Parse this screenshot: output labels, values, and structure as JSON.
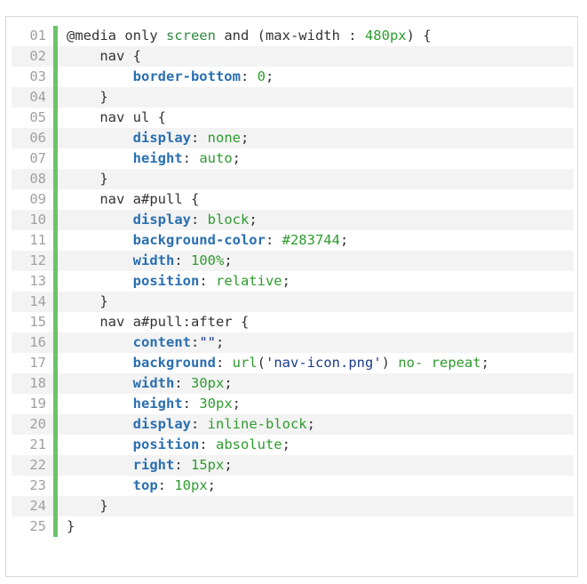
{
  "code_lines": [
    {
      "num": "01",
      "tokens": [
        {
          "t": "@media only ",
          "c": "plain"
        },
        {
          "t": "screen",
          "c": "kw"
        },
        {
          "t": " and (max-width : ",
          "c": "plain"
        },
        {
          "t": "480px",
          "c": "val"
        },
        {
          "t": ") {",
          "c": "plain"
        }
      ]
    },
    {
      "num": "02",
      "tokens": [
        {
          "t": "    nav {",
          "c": "plain"
        }
      ]
    },
    {
      "num": "03",
      "tokens": [
        {
          "t": "        ",
          "c": "plain"
        },
        {
          "t": "border-bottom",
          "c": "prop"
        },
        {
          "t": ": ",
          "c": "plain"
        },
        {
          "t": "0",
          "c": "val"
        },
        {
          "t": ";",
          "c": "plain"
        }
      ]
    },
    {
      "num": "04",
      "tokens": [
        {
          "t": "    }",
          "c": "plain"
        }
      ]
    },
    {
      "num": "05",
      "tokens": [
        {
          "t": "    nav ul {",
          "c": "plain"
        }
      ]
    },
    {
      "num": "06",
      "tokens": [
        {
          "t": "        ",
          "c": "plain"
        },
        {
          "t": "display",
          "c": "prop"
        },
        {
          "t": ": ",
          "c": "plain"
        },
        {
          "t": "none",
          "c": "val"
        },
        {
          "t": ";",
          "c": "plain"
        }
      ]
    },
    {
      "num": "07",
      "tokens": [
        {
          "t": "        ",
          "c": "plain"
        },
        {
          "t": "height",
          "c": "prop"
        },
        {
          "t": ": ",
          "c": "plain"
        },
        {
          "t": "auto",
          "c": "val"
        },
        {
          "t": ";",
          "c": "plain"
        }
      ]
    },
    {
      "num": "08",
      "tokens": [
        {
          "t": "    }",
          "c": "plain"
        }
      ]
    },
    {
      "num": "09",
      "tokens": [
        {
          "t": "    nav a#pull {",
          "c": "plain"
        }
      ]
    },
    {
      "num": "10",
      "tokens": [
        {
          "t": "        ",
          "c": "plain"
        },
        {
          "t": "display",
          "c": "prop"
        },
        {
          "t": ": ",
          "c": "plain"
        },
        {
          "t": "block",
          "c": "val"
        },
        {
          "t": ";",
          "c": "plain"
        }
      ]
    },
    {
      "num": "11",
      "tokens": [
        {
          "t": "        ",
          "c": "plain"
        },
        {
          "t": "background-color",
          "c": "prop"
        },
        {
          "t": ": ",
          "c": "plain"
        },
        {
          "t": "#283744",
          "c": "val"
        },
        {
          "t": ";",
          "c": "plain"
        }
      ]
    },
    {
      "num": "12",
      "tokens": [
        {
          "t": "        ",
          "c": "plain"
        },
        {
          "t": "width",
          "c": "prop"
        },
        {
          "t": ": ",
          "c": "plain"
        },
        {
          "t": "100%",
          "c": "val"
        },
        {
          "t": ";",
          "c": "plain"
        }
      ]
    },
    {
      "num": "13",
      "tokens": [
        {
          "t": "        ",
          "c": "plain"
        },
        {
          "t": "position",
          "c": "prop"
        },
        {
          "t": ": ",
          "c": "plain"
        },
        {
          "t": "relative",
          "c": "val"
        },
        {
          "t": ";",
          "c": "plain"
        }
      ]
    },
    {
      "num": "14",
      "tokens": [
        {
          "t": "    }",
          "c": "plain"
        }
      ]
    },
    {
      "num": "15",
      "tokens": [
        {
          "t": "    nav a#pull:after {",
          "c": "plain"
        }
      ]
    },
    {
      "num": "16",
      "tokens": [
        {
          "t": "        ",
          "c": "plain"
        },
        {
          "t": "content",
          "c": "prop"
        },
        {
          "t": ":",
          "c": "plain"
        },
        {
          "t": "\"\"",
          "c": "str"
        },
        {
          "t": ";",
          "c": "plain"
        }
      ]
    },
    {
      "num": "17",
      "tokens": [
        {
          "t": "        ",
          "c": "plain"
        },
        {
          "t": "background",
          "c": "prop"
        },
        {
          "t": ": ",
          "c": "plain"
        },
        {
          "t": "url",
          "c": "val"
        },
        {
          "t": "(",
          "c": "plain"
        },
        {
          "t": "'nav-icon.png'",
          "c": "str"
        },
        {
          "t": ") ",
          "c": "plain"
        },
        {
          "t": "no- repeat",
          "c": "val"
        },
        {
          "t": ";",
          "c": "plain"
        }
      ]
    },
    {
      "num": "18",
      "tokens": [
        {
          "t": "        ",
          "c": "plain"
        },
        {
          "t": "width",
          "c": "prop"
        },
        {
          "t": ": ",
          "c": "plain"
        },
        {
          "t": "30px",
          "c": "val"
        },
        {
          "t": ";",
          "c": "plain"
        }
      ]
    },
    {
      "num": "19",
      "tokens": [
        {
          "t": "        ",
          "c": "plain"
        },
        {
          "t": "height",
          "c": "prop"
        },
        {
          "t": ": ",
          "c": "plain"
        },
        {
          "t": "30px",
          "c": "val"
        },
        {
          "t": ";",
          "c": "plain"
        }
      ]
    },
    {
      "num": "20",
      "tokens": [
        {
          "t": "        ",
          "c": "plain"
        },
        {
          "t": "display",
          "c": "prop"
        },
        {
          "t": ": ",
          "c": "plain"
        },
        {
          "t": "inline-",
          "c": "val"
        },
        {
          "t": "block",
          "c": "val"
        },
        {
          "t": ";",
          "c": "plain"
        }
      ]
    },
    {
      "num": "21",
      "tokens": [
        {
          "t": "        ",
          "c": "plain"
        },
        {
          "t": "position",
          "c": "prop"
        },
        {
          "t": ": ",
          "c": "plain"
        },
        {
          "t": "absolute",
          "c": "val"
        },
        {
          "t": ";",
          "c": "plain"
        }
      ]
    },
    {
      "num": "22",
      "tokens": [
        {
          "t": "        ",
          "c": "plain"
        },
        {
          "t": "right",
          "c": "prop"
        },
        {
          "t": ": ",
          "c": "plain"
        },
        {
          "t": "15px",
          "c": "val"
        },
        {
          "t": ";",
          "c": "plain"
        }
      ]
    },
    {
      "num": "23",
      "tokens": [
        {
          "t": "        ",
          "c": "plain"
        },
        {
          "t": "top",
          "c": "prop"
        },
        {
          "t": ": ",
          "c": "plain"
        },
        {
          "t": "10px",
          "c": "val"
        },
        {
          "t": ";",
          "c": "plain"
        }
      ]
    },
    {
      "num": "24",
      "tokens": [
        {
          "t": "    }",
          "c": "plain"
        }
      ]
    },
    {
      "num": "25",
      "tokens": [
        {
          "t": "}",
          "c": "plain"
        }
      ]
    }
  ],
  "colors": {
    "gutter_bar": "#6cc26a",
    "line_number": "#a0a0a0",
    "keyword": "#2e8b3e",
    "property": "#2a6fb0",
    "value": "#2e9b2e",
    "string": "#1a3c8c",
    "text": "#333333",
    "alt_row": "#f3f3f3"
  }
}
